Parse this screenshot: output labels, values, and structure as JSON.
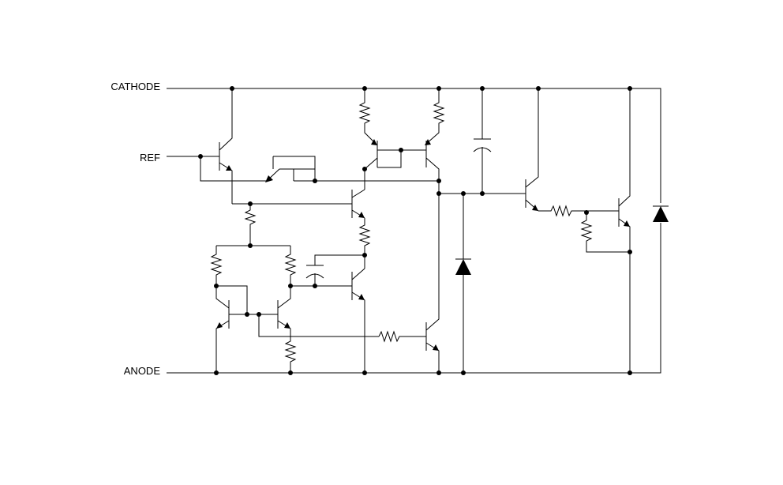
{
  "labels": {
    "cathode": "CATHODE",
    "ref": "REF",
    "anode": "ANODE"
  },
  "colors": {
    "line": "#000000",
    "background": "#ffffff"
  }
}
